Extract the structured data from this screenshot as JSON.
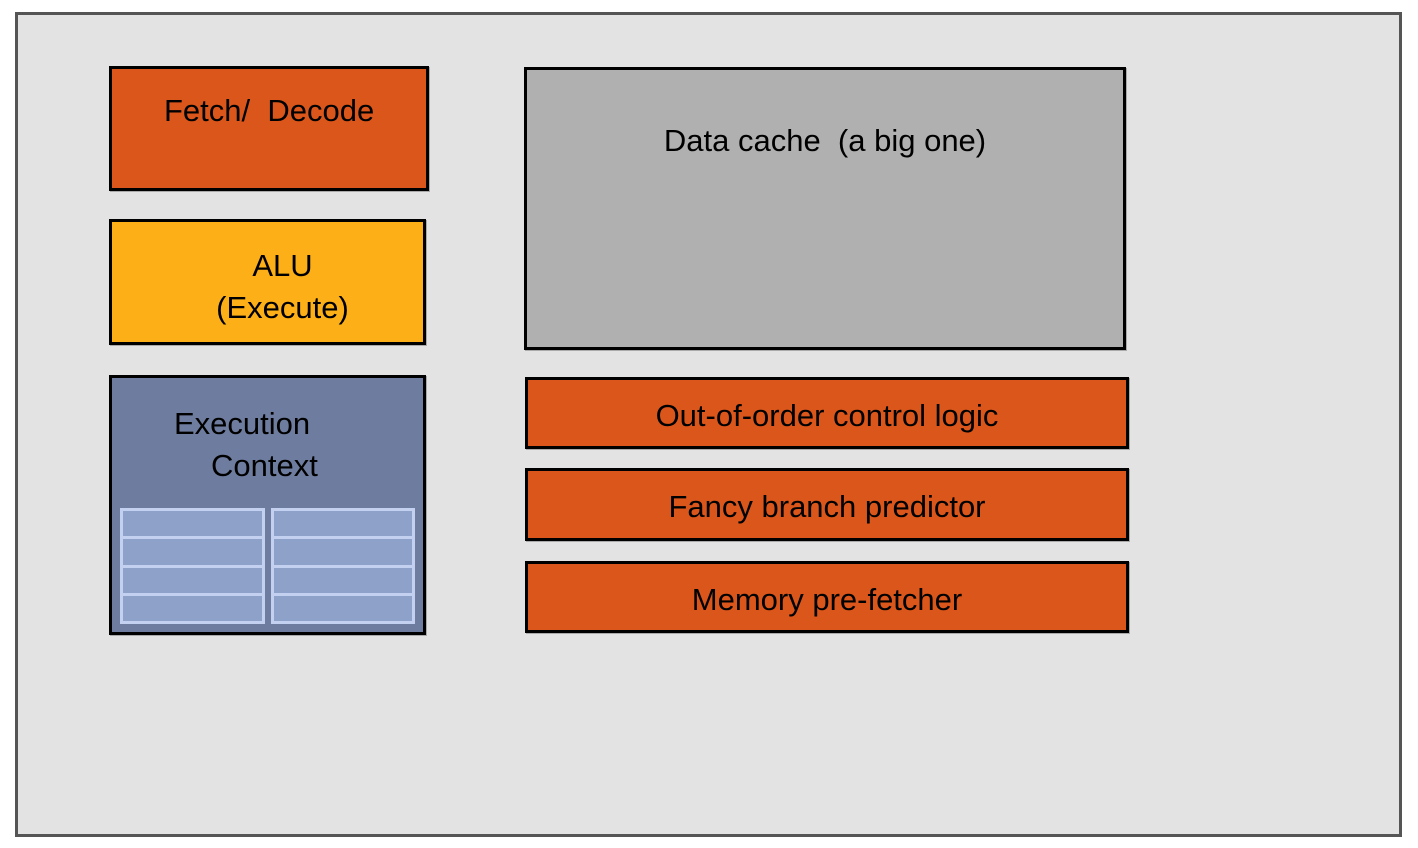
{
  "colors": {
    "background": "#ffffff",
    "chip_fill": "#e3e3e3",
    "chip_border": "#555555",
    "orange_block": "#db561b",
    "alu_block": "#fdaf17",
    "context_block": "#6e7d9f",
    "register_fill": "#8ea1c8",
    "register_border": "#c3d0ef",
    "cache_block": "#b0b0b0",
    "block_border": "#000000"
  },
  "blocks": {
    "fetch_decode": "Fetch/  Decode",
    "alu": {
      "line1": "ALU",
      "line2": "(Execute)"
    },
    "execution_context": {
      "line1": "Execution",
      "line2": "Context",
      "register_columns": 2,
      "registers_per_column": 4
    },
    "data_cache": "Data cache  (a big one)",
    "out_of_order": "Out-of-order control logic",
    "branch_predictor": "Fancy branch predictor",
    "prefetcher": "Memory pre-fetcher"
  }
}
